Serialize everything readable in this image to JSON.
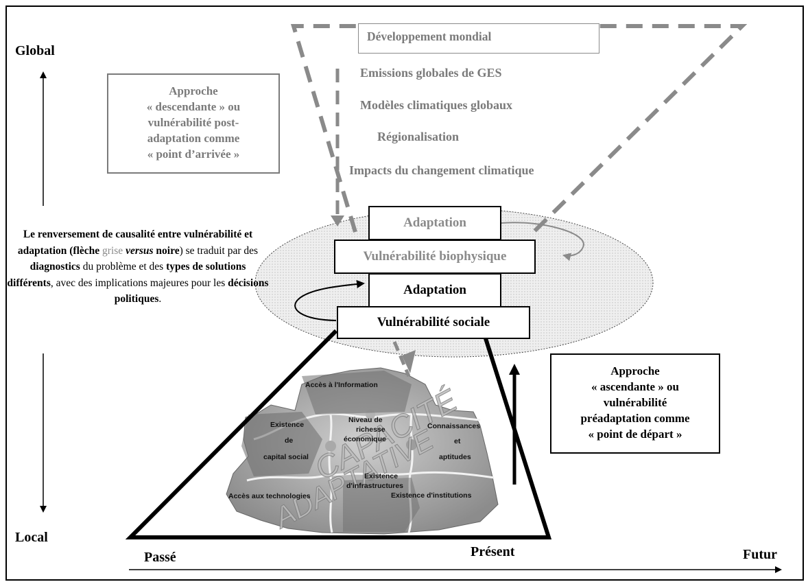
{
  "axis": {
    "global": "Global",
    "local": "Local",
    "passe": "Passé",
    "present": "Présent",
    "futur": "Futur"
  },
  "top_chain": {
    "developpement": "Développement mondial",
    "emissions": "Emissions globales de GES",
    "modeles": "Modèles climatiques globaux",
    "regionalisation": "Régionalisation",
    "impacts": "Impacts du changement climatique"
  },
  "descending_box": {
    "lines": [
      "Approche",
      "« descendante » ou",
      "vulnérabilité post-",
      "adaptation comme",
      "« point d’arrivée »"
    ]
  },
  "ascending_box": {
    "lines": [
      "Approche",
      "« ascendante » ou",
      "vulnérabilité",
      "préadaptation comme",
      "« point de départ »"
    ]
  },
  "stack": {
    "adaptation_gray": "Adaptation",
    "vuln_biophysique": "Vulnérabilité biophysique",
    "adaptation_black": "Adaptation",
    "vuln_sociale": "Vulnérabilité sociale"
  },
  "central_text": {
    "p1": "Le renversement de causalité entre vulnérabilité et adaptation (flèche",
    "grise": "grise",
    "versus": "versus",
    "noire": "noire",
    "p2": ") se traduit par des",
    "diagnostics": "diagnostics",
    "p3": "du problème et des",
    "types": "types de solutions différents",
    "p4": ", avec des implications majeures pour les",
    "decisions": "décisions politiques",
    "p5": "."
  },
  "puzzle": {
    "watermark_1": "CAPACITÉ",
    "watermark_2": "ADAPTATIVE",
    "pieces": {
      "info": "Accès à l'Information",
      "capital_1": "Existence",
      "capital_2": "de",
      "capital_3": "capital social",
      "richesse_1": "Niveau de",
      "richesse_2": "richesse",
      "richesse_3": "économique",
      "connaissances_1": "Connaissances",
      "connaissances_2": "et",
      "connaissances_3": "aptitudes",
      "infra_1": "Existence",
      "infra_2": "d'infrastructures",
      "technologies": "Accès aux technologies",
      "institutions": "Existence d'institutions"
    }
  },
  "colors": {
    "gray": "#7a7a7a",
    "black": "#000000",
    "ellipse_fill": "#e8e8e8"
  }
}
